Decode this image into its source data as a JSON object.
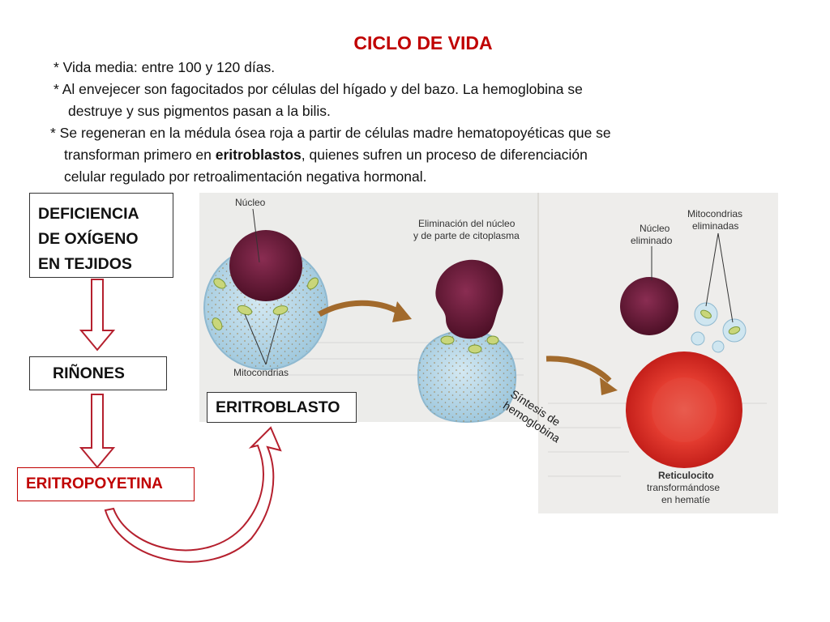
{
  "title": "CICLO DE VIDA",
  "bullets": {
    "b1": "* Vida media: entre 100 y 120 días.",
    "b2_line1": "* Al envejecer son fagocitados por células del hígado y del bazo. La hemoglobina se",
    "b2_line2": "destruye y sus pigmentos pasan a la bilis.",
    "b3_line1": "* Se regeneran en la médula ósea roja a partir de células madre hematopoyéticas  que se",
    "b3_line2_pre": "transforman primero en ",
    "b3_line2_bold": "eritroblastos",
    "b3_line2_post": ", quienes sufren un proceso de diferenciación",
    "b3_line3": "celular regulado por retroalimentación negativa hormonal."
  },
  "boxes": {
    "deficiencia": [
      "DEFICIENCIA",
      "DE OXÍGENO",
      "EN TEJIDOS"
    ],
    "rinones": "RIÑONES",
    "eritropoyetina": "ERITROPOYETINA",
    "eritroblasto": "ERITROBLASTO"
  },
  "figure": {
    "nucleo": "Núcleo",
    "mitocondrias": "Mitocondrias",
    "eliminacion_1": "Eliminación del núcleo",
    "eliminacion_2": "y de parte de citoplasma",
    "nucleo_elim_1": "Núcleo",
    "nucleo_elim_2": "eliminado",
    "mito_elim_1": "Mitocondrias",
    "mito_elim_2": "eliminadas",
    "reticulocito": "Reticulocito",
    "transf_1": "transformándose",
    "transf_2": "en hematíe"
  },
  "synthesis": [
    "Síntesis de",
    "hemoglobina"
  ],
  "colors": {
    "accent_red": "#c00000",
    "flow_arrow": "#b5202e",
    "nucleus": "#6e1e3c",
    "cytoplasm": "#bcd9e8",
    "rbc": "#e0302a"
  }
}
